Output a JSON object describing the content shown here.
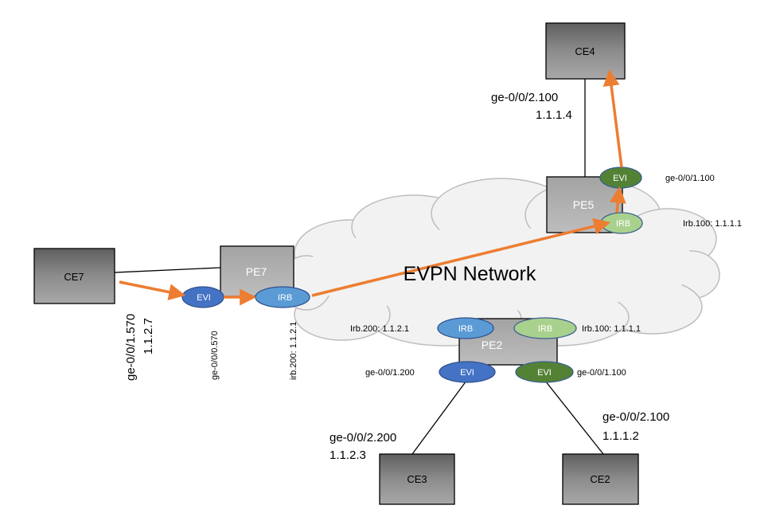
{
  "cloud": {
    "label": "EVPN Network"
  },
  "nodes": {
    "ce4": "CE4",
    "ce7": "CE7",
    "ce3": "CE3",
    "ce2": "CE2",
    "pe5": "PE5",
    "pe7": "PE7",
    "pe2": "PE2"
  },
  "ovals": {
    "evi": "EVI",
    "irb": "IRB"
  },
  "labels": {
    "ce4_if": "ge-0/0/2.100",
    "ce4_ip": "1.1.1.4",
    "pe5_evi_if": "ge-0/0/1.100",
    "pe5_irb_if": "Irb.100: 1.1.1.1",
    "ce7_if": "ge-0/0/1.570",
    "ce7_ip": "1.1.2.7",
    "pe7_evi_if": "ge-0/0/0.570",
    "pe7_irb_if": "irb.200: 1.1.2.1",
    "pe2_irb200": "Irb.200: 1.1.2.1",
    "pe2_irb100": "Irb.100: 1.1.1.1",
    "pe2_evi200": "ge-0/0/1.200",
    "pe2_evi100": "ge-0/0/1.100",
    "ce3_if": "ge-0/0/2.200",
    "ce3_ip": "1.1.2.3",
    "ce2_if": "ge-0/0/2.100",
    "ce2_ip": "1.1.1.2"
  },
  "colors": {
    "arrow": "#ED7D31",
    "evi_blue": "#4472C4",
    "irb_blue": "#5B9BD5",
    "evi_green": "#548235",
    "irb_green": "#A9D18E",
    "box_dark": "#7F7F7F",
    "box_light": "#A6A6A6"
  }
}
